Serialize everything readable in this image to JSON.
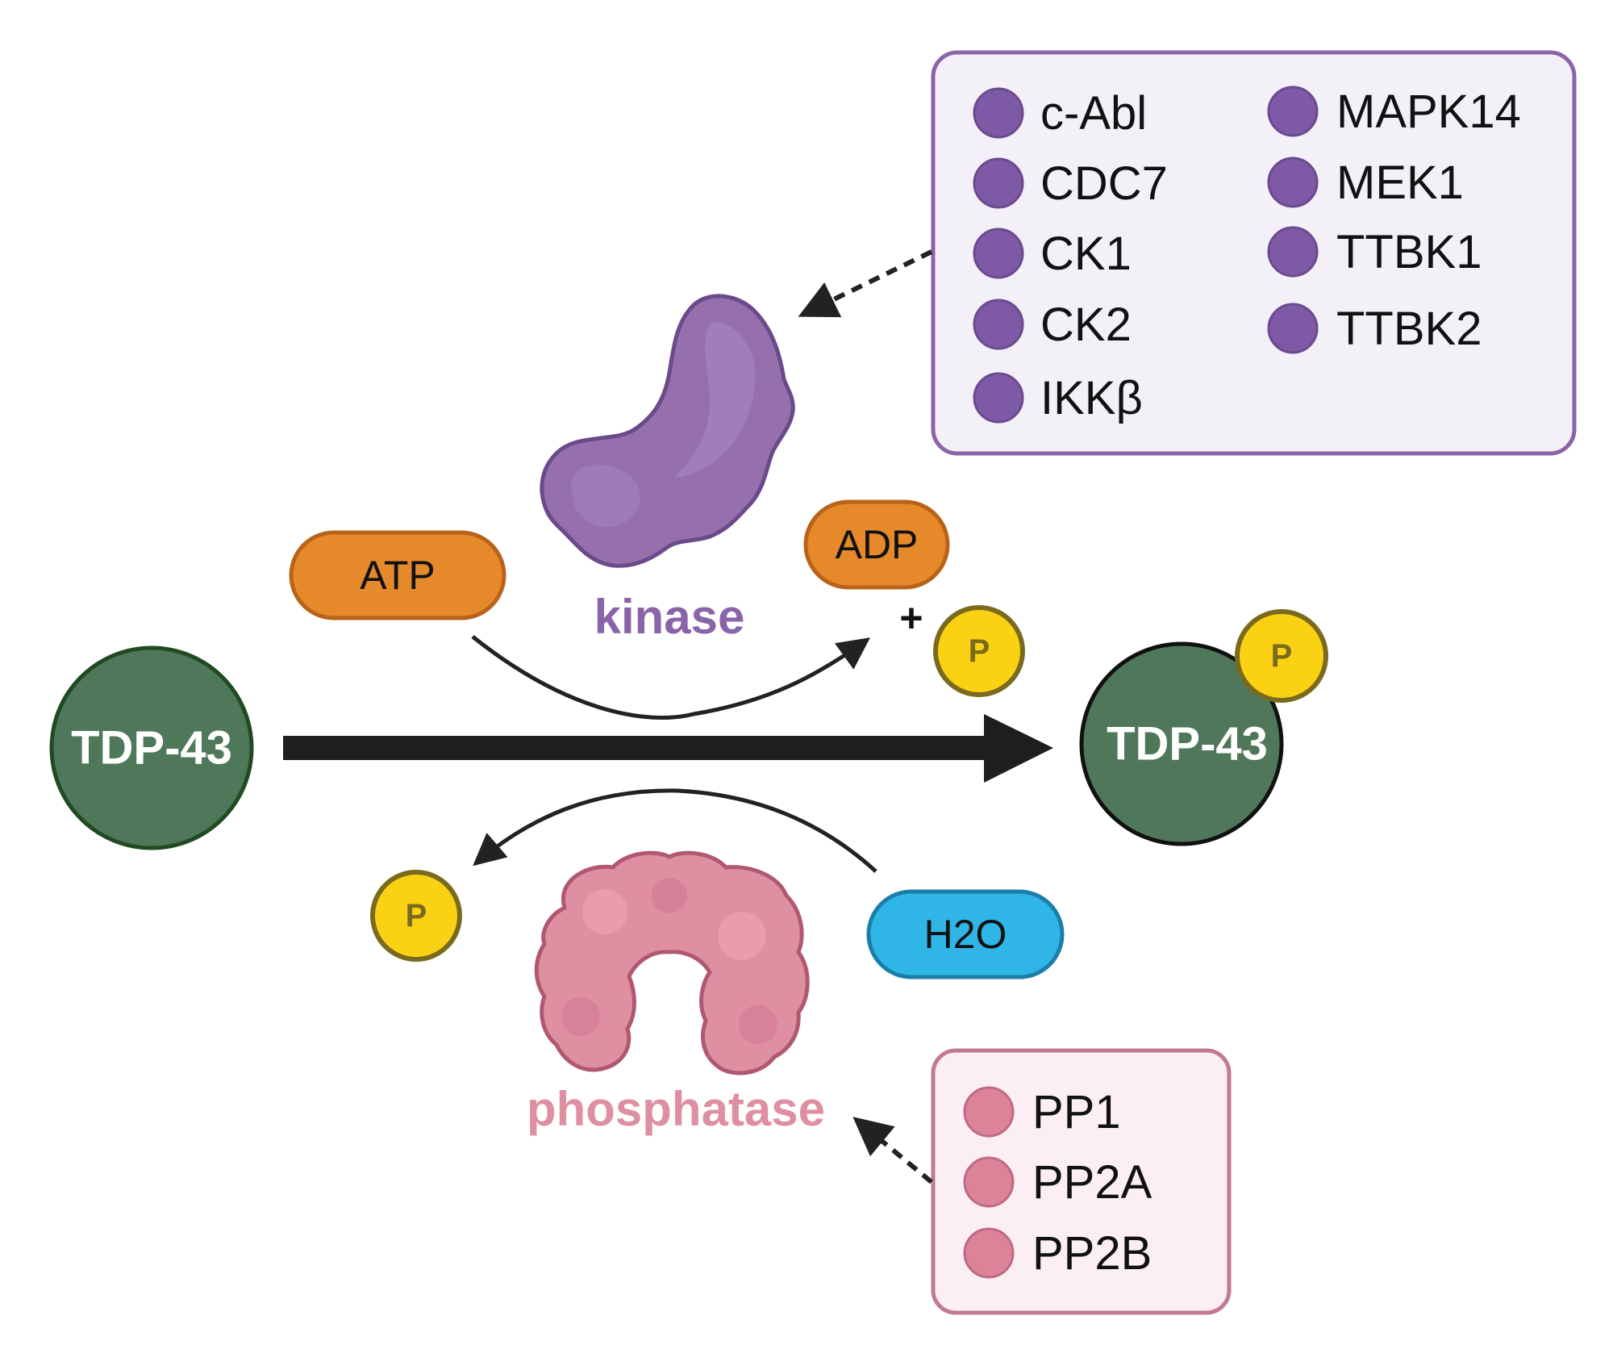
{
  "substrate": {
    "label": "TDP-43",
    "color": "#4f775a"
  },
  "product": {
    "label": "TDP-43",
    "phospho_label": "P",
    "color": "#4f775a"
  },
  "kinase": {
    "label": "kinase",
    "color": "#8a64a8"
  },
  "phosphatase": {
    "label": "phosphatase",
    "color": "#df8fa2"
  },
  "cofactors": {
    "atp": {
      "label": "ATP",
      "color": "#e6892b"
    },
    "adp": {
      "label": "ADP",
      "color": "#e6892b"
    },
    "plus": "+",
    "phosphate_released": "P",
    "phosphate_removed": "P",
    "h2o": {
      "label": "H2O",
      "color": "#2fb6e6"
    }
  },
  "kinase_list": {
    "color": "#7e5aa6",
    "items": [
      "c-Abl",
      "CDC7",
      "CK1",
      "CK2",
      "IKKβ",
      "MAPK14",
      "MEK1",
      "TTBK1",
      "TTBK2"
    ]
  },
  "phosphatase_list": {
    "color": "#dc8299",
    "items": [
      "PP1",
      "PP2A",
      "PP2B"
    ]
  }
}
